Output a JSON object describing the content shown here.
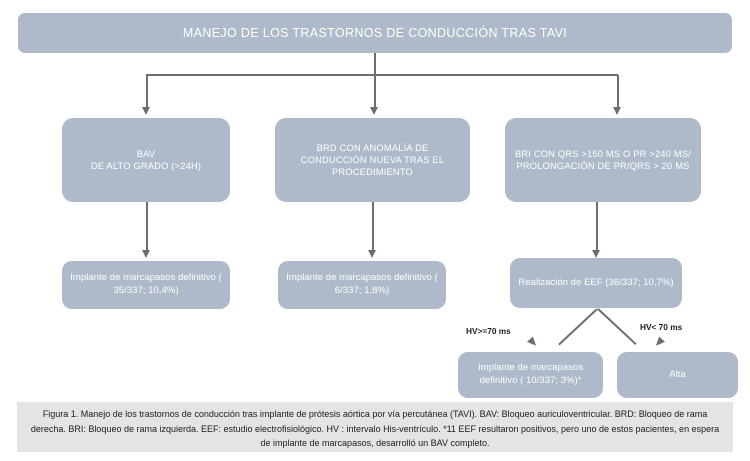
{
  "diagram": {
    "title": "MANEJO DE LOS TRASTORNOS DE CONDUCCIÓN TRAS TAVI",
    "criteria": [
      {
        "id": "bav",
        "text": "BAV\nDE ALTO GRADO (>24H)"
      },
      {
        "id": "brd",
        "text": "BRD CON ANOMALÍA DE CONDUCCIÓN NUEVA TRAS EL PROCEDIMIENTO"
      },
      {
        "id": "bri",
        "text": "BRI CON QRS >150 MS O PR >240 MS/ PROLONGACIÓN DE PR/QRS > 20 MS"
      }
    ],
    "outcomes": [
      {
        "id": "pm-bav",
        "text": "Implante de marcapasos definitivo ( 35/337; 10,4%)"
      },
      {
        "id": "pm-brd",
        "text": "Implante de marcapasos definitivo ( 6/337; 1,8%)"
      },
      {
        "id": "eef",
        "text": "Realización de EEF (36/337; 10,7%)"
      }
    ],
    "branch_labels": {
      "left": "HV>=70 ms",
      "right": "HV< 70 ms"
    },
    "terminals": [
      {
        "id": "pm-eef",
        "text": "Implante de marcapasos definitivo ( 10/337; 3%)*"
      },
      {
        "id": "alta",
        "text": "Alta"
      }
    ],
    "caption": "Figura 1. Manejo de los trastornos de conducción tras implante de prótesis aórtica por vía percutánea (TAVI). BAV: Bloqueo auriculoventricular. BRD: Bloqueo de rama derecha. BRI: Bloqueo de rama izquierda. EEF: estudio electrofisiológico. HV : intervalo His-ventrículo. *11 EEF resultaron positivos, pero uno de estos pacientes, en espera de implante de marcapasos, desarrolló un BAV completo."
  },
  "colors": {
    "node_fill": "#aeb9ca",
    "node_text": "#ffffff",
    "connector": "#6b6f74",
    "caption_bg": "#e4e4e4",
    "caption_text": "#1b1b1b"
  }
}
